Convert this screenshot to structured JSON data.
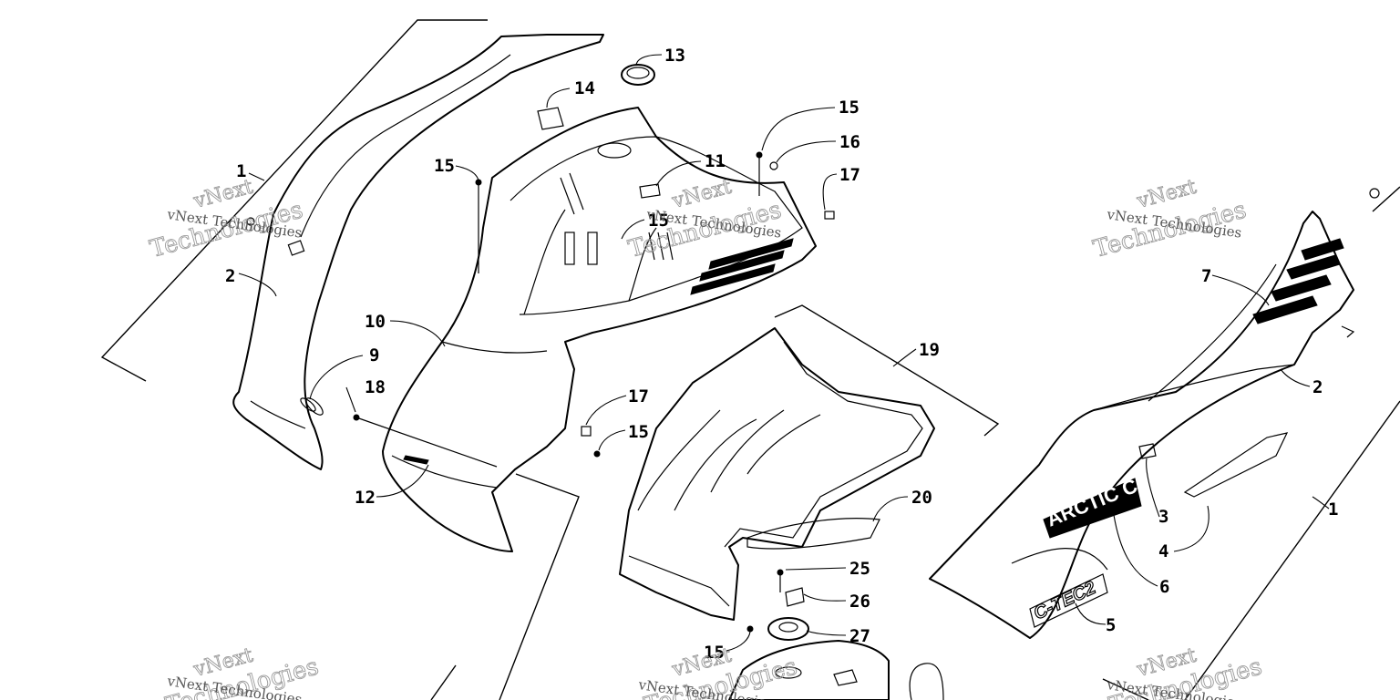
{
  "callouts": [
    {
      "id": "c1a",
      "label": "1"
    },
    {
      "id": "c2a",
      "label": "2"
    },
    {
      "id": "c9",
      "label": "9"
    },
    {
      "id": "c10",
      "label": "10"
    },
    {
      "id": "c18",
      "label": "18"
    },
    {
      "id": "c12",
      "label": "12"
    },
    {
      "id": "c14",
      "label": "14"
    },
    {
      "id": "c13",
      "label": "13"
    },
    {
      "id": "c15a",
      "label": "15"
    },
    {
      "id": "c15b",
      "label": "15"
    },
    {
      "id": "c11",
      "label": "11"
    },
    {
      "id": "c15c",
      "label": "15"
    },
    {
      "id": "c16",
      "label": "16"
    },
    {
      "id": "c17a",
      "label": "17"
    },
    {
      "id": "c17b",
      "label": "17"
    },
    {
      "id": "c15d",
      "label": "15"
    },
    {
      "id": "c19",
      "label": "19"
    },
    {
      "id": "c20",
      "label": "20"
    },
    {
      "id": "c25",
      "label": "25"
    },
    {
      "id": "c26",
      "label": "26"
    },
    {
      "id": "c27",
      "label": "27"
    },
    {
      "id": "c15e",
      "label": "15"
    },
    {
      "id": "c7",
      "label": "7"
    },
    {
      "id": "c2b",
      "label": "2"
    },
    {
      "id": "c3",
      "label": "3"
    },
    {
      "id": "c4",
      "label": "4"
    },
    {
      "id": "c6",
      "label": "6"
    },
    {
      "id": "c5",
      "label": "5"
    },
    {
      "id": "c1b",
      "label": "1"
    }
  ],
  "watermark": {
    "line1": "vNext",
    "line2": "Technologies",
    "caption": "vNext Technologies"
  },
  "decals": {
    "brand": "ARCTIC CAT",
    "model": "C-TEC2"
  }
}
